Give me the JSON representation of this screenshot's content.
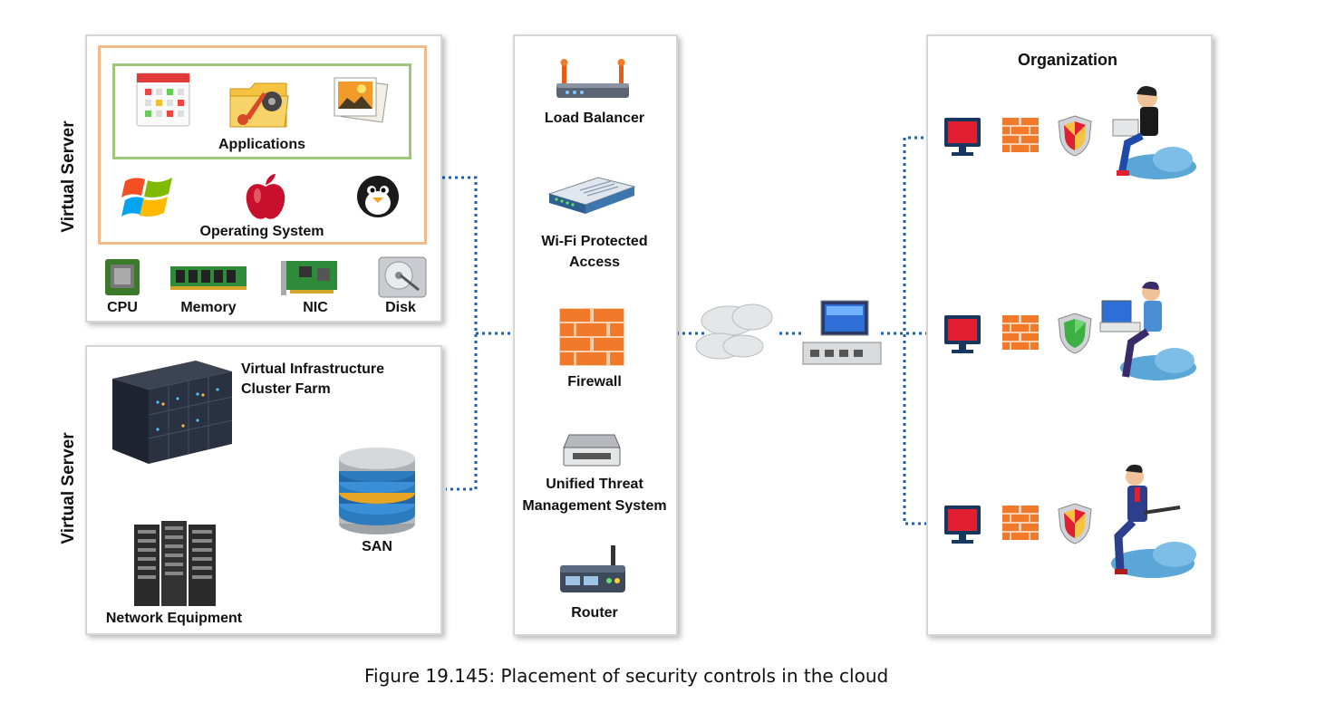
{
  "virtual_server_top": {
    "side_label": "Virtual Server",
    "applications_label": "Applications",
    "os_label": "Operating System",
    "hardware": [
      "CPU",
      "Memory",
      "NIC",
      "Disk"
    ]
  },
  "virtual_server_bottom": {
    "side_label": "Virtual Server",
    "cluster_label_line1": "Virtual Infrastructure",
    "cluster_label_line2": "Cluster Farm",
    "san_label": "SAN",
    "network_label": "Network Equipment"
  },
  "security_controls": {
    "load_balancer": "Load Balancer",
    "wpa_line1": "Wi-Fi Protected",
    "wpa_line2": "Access",
    "firewall": "Firewall",
    "utm_line1": "Unified Threat",
    "utm_line2": "Management System",
    "router": "Router"
  },
  "organization": {
    "title": "Organization"
  },
  "caption": "Figure 19.145: Placement of security controls in the cloud",
  "colors": {
    "connector": "#1f5fae",
    "firewall_brick": "#f07a2a",
    "monitor_screen": "#e02030",
    "monitor_frame": "#17375e",
    "app_frame": "#9dc87c",
    "os_frame": "#f2b98a",
    "cloud": "#5aa6d6"
  },
  "icons": [
    "calendar-icon",
    "folder-music-icon",
    "photos-icon",
    "windows-icon",
    "apple-icon",
    "linux-icon",
    "cpu-icon",
    "memory-icon",
    "nic-icon",
    "disk-icon",
    "server-rack-icon",
    "san-icon",
    "network-equipment-icon",
    "load-balancer-icon",
    "wifi-access-point-icon",
    "firewall-icon",
    "utm-icon",
    "router-icon",
    "internet-cloud-icon",
    "switch-icon",
    "monitor-icon",
    "shield-icon",
    "user-icon"
  ]
}
